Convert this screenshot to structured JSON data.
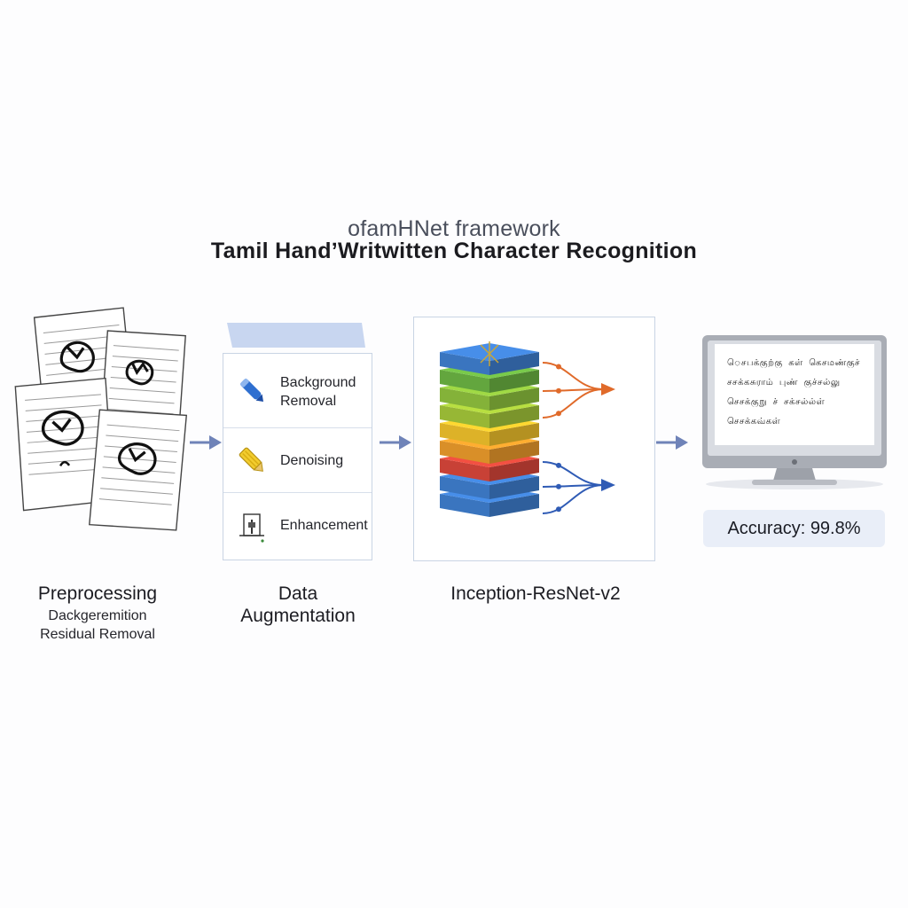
{
  "header": {
    "subtitle": "ofamHNet framework",
    "title": "Tamil HandʼWritwitten Character Recognition"
  },
  "stages": {
    "preprocessing": {
      "label": "Preprocessing",
      "sub1": "Dackgeremition",
      "sub2": "Residual Removal"
    },
    "augmentation": {
      "label1": "Data",
      "label2": "Augmentation",
      "steps": [
        {
          "label1": "Background",
          "label2": "Removal",
          "icon": "marker-icon"
        },
        {
          "label1": "Denoising",
          "label2": "",
          "icon": "pencil-icon"
        },
        {
          "label1": "Enhancement",
          "label2": "",
          "icon": "balance-icon"
        }
      ]
    },
    "network": {
      "label": "Inception-ResNet-v2"
    },
    "output": {
      "screen_lines": [
        "ெசபக்குற்கு கள் கெசமண்குச்",
        "சசக்கசுராம் புண் குச்சல்லு",
        "செசக்குறு ச் சக்சல்ல்ள்",
        "செசக்கவ்கள்"
      ],
      "accuracy": "Accuracy: 99.8%"
    }
  },
  "colors": {
    "arrow": "#6f83b8",
    "layers": [
      "#3f7fd0",
      "#6cb443",
      "#8fc23e",
      "#a4c73a",
      "#f0c12c",
      "#ec9b2c",
      "#d9473b",
      "#3f7fd0",
      "#3f7fd0"
    ],
    "connector_orange": "#e06a2a",
    "connector_blue": "#2f5bb5",
    "accent_panel": "#c8d6f0"
  }
}
